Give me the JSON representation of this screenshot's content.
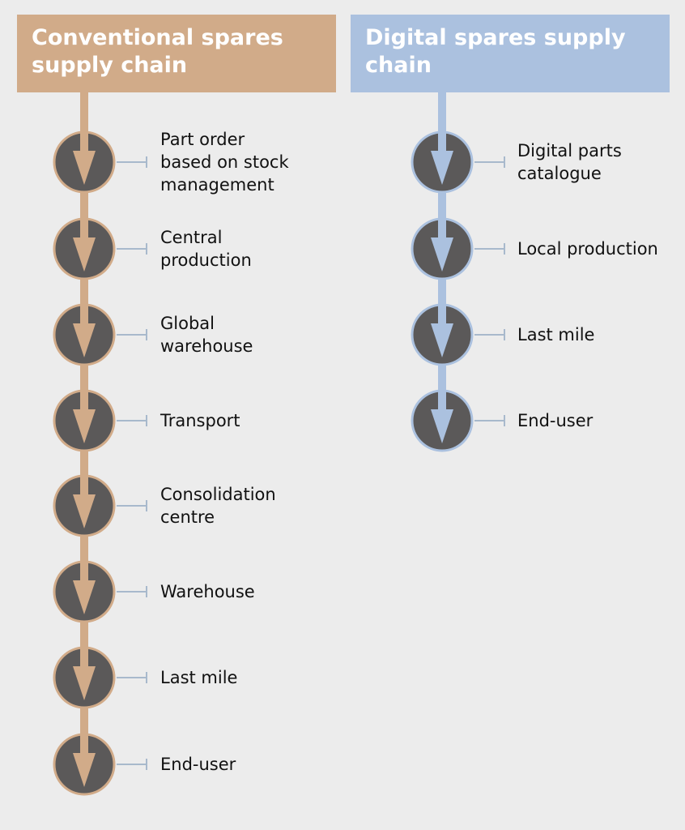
{
  "colors": {
    "background": "#ececec",
    "conventional_accent": "#d1ab89",
    "digital_accent": "#abc1df",
    "node_fill": "#5b5959",
    "connector": "#a8b9cc"
  },
  "conventional": {
    "title": "Conventional spares supply chain",
    "steps": [
      {
        "label": "Part order based on stock management"
      },
      {
        "label": "Central production"
      },
      {
        "label": "Global warehouse"
      },
      {
        "label": "Transport"
      },
      {
        "label": "Consolidation centre"
      },
      {
        "label": "Warehouse"
      },
      {
        "label": "Last mile"
      },
      {
        "label": "End-user"
      }
    ]
  },
  "digital": {
    "title": "Digital spares supply chain",
    "steps": [
      {
        "label": "Digital parts catalogue"
      },
      {
        "label": "Local production"
      },
      {
        "label": "Last mile"
      },
      {
        "label": "End-user"
      }
    ]
  }
}
